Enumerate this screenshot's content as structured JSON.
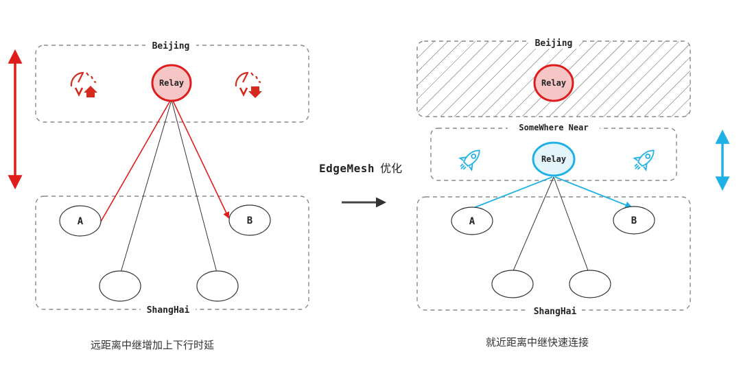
{
  "left": {
    "region_top": "Beijing",
    "region_bottom": "ShangHai",
    "relay_label": "Relay",
    "node_a": "A",
    "node_b": "B",
    "caption": "远距离中继增加上下行时延",
    "colors": {
      "accent": "#e01b1b",
      "relay_fill": "#f6c6c6"
    },
    "icons": [
      "upload-speed-icon",
      "download-speed-icon"
    ]
  },
  "center": {
    "label_main": "EdgeMesh",
    "label_suffix": "优化"
  },
  "right": {
    "region_top": "Beijing",
    "region_mid": "SomeWhere Near",
    "region_bottom": "ShangHai",
    "relay_label_top": "Relay",
    "relay_label_near": "Relay",
    "node_a": "A",
    "node_b": "B",
    "caption": "就近距离中继快速连接",
    "colors": {
      "accent": "#1fb1e6",
      "relay_fill": "#e3f5fb"
    },
    "icons": [
      "rocket-icon",
      "rocket-icon"
    ]
  }
}
